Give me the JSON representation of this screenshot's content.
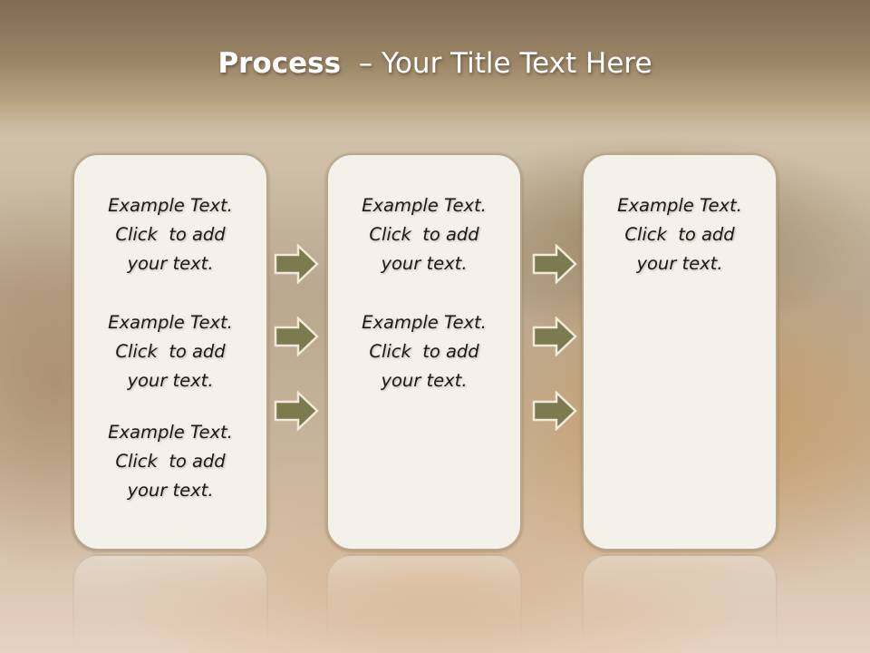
{
  "slide": {
    "title_bold": "Process",
    "title_rest": "– Your Title Text Here"
  },
  "panels": [
    {
      "blocks": [
        [
          "Example Text.",
          "Click  to add",
          "your text."
        ],
        [
          "Example Text.",
          "Click  to add",
          "your text."
        ],
        [
          "Example Text.",
          "Click  to add",
          "your text."
        ]
      ]
    },
    {
      "blocks": [
        [
          "Example Text.",
          "Click  to add",
          "your text."
        ],
        [
          "Example Text.",
          "Click  to add",
          "your text."
        ]
      ]
    },
    {
      "blocks": [
        [
          "Example Text.",
          "Click  to add",
          "your text."
        ]
      ]
    }
  ],
  "colors": {
    "arrow_fill": "#7b7b4f",
    "arrow_stroke": "#f2ead8",
    "panel_fill": "#f4f1ea",
    "panel_border": "#b9a78a"
  },
  "icons": [
    "right-arrow-icon"
  ]
}
